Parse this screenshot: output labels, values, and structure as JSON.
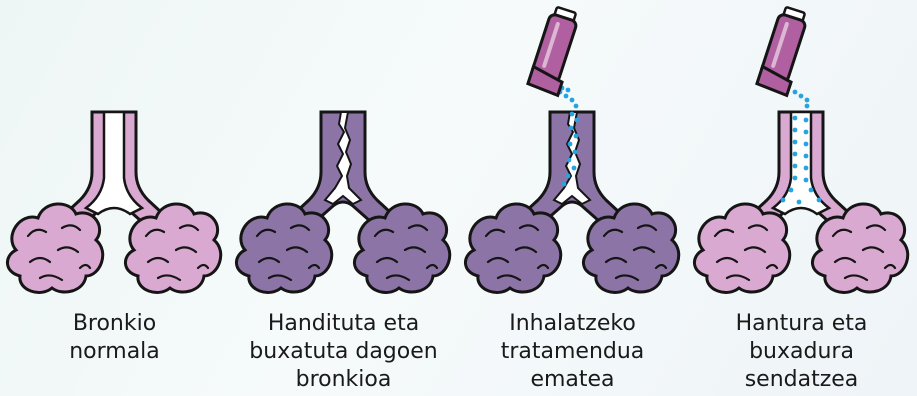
{
  "colors": {
    "healthy_tissue": "#d9a9d1",
    "inflamed_tissue": "#8c74a6",
    "inhaler": "#b05fa0",
    "medication_particles": "#27a3e2",
    "outline": "#151515",
    "airway_lumen": "#ffffff"
  },
  "panels": [
    {
      "state": "normal",
      "caption": [
        "Bronkio",
        "normala"
      ]
    },
    {
      "state": "inflamed",
      "caption": [
        "Handituta eta",
        "buxatuta dagoen",
        "bronkioa"
      ]
    },
    {
      "state": "treating",
      "caption": [
        "Inhalatzeko",
        "tratamendua",
        "ematea"
      ]
    },
    {
      "state": "healed",
      "caption": [
        "Hantura eta",
        "buxadura",
        "sendatzea"
      ]
    }
  ]
}
